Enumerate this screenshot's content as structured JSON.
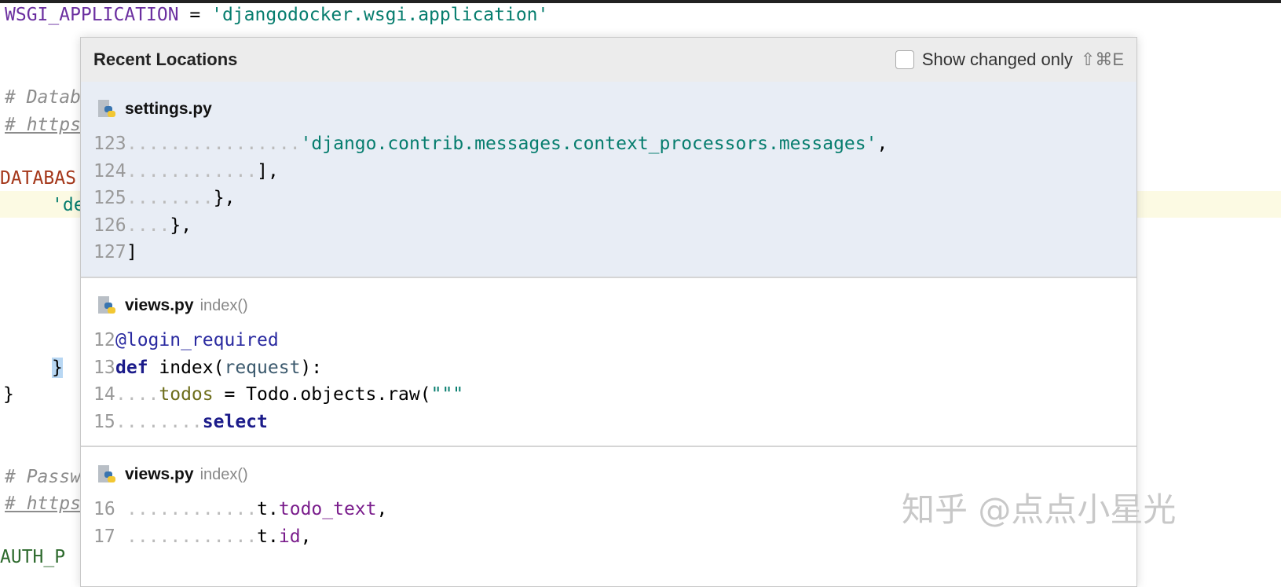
{
  "editor": {
    "lines": [
      {
        "text": "WSGI_APPLICATION",
        "op": " = ",
        "str": "'djangodocker.wsgi.application'"
      },
      {
        "comment1": "# Datab",
        "comment2": "# https"
      },
      {
        "databases": "DATABAS",
        "default": "'de"
      },
      {
        "brace1": "}",
        "brace2": "}"
      },
      {
        "comment3": "# Passw",
        "comment4": "# https"
      },
      {
        "auth": "AUTH_P"
      }
    ]
  },
  "popup": {
    "title": "Recent Locations",
    "show_changed_label": "Show changed only",
    "shortcut": "⇧⌘E",
    "checked": false,
    "sections": [
      {
        "file": "settings.py",
        "context": "",
        "selected": true,
        "lines": [
          {
            "n": "123",
            "dots": "................",
            "code": "'django.contrib.messages.context_processors.messages'",
            "tail": ","
          },
          {
            "n": "124",
            "dots": "............",
            "code": "],"
          },
          {
            "n": "125",
            "dots": "........",
            "code": "},"
          },
          {
            "n": "126",
            "dots": "....",
            "code": "},"
          },
          {
            "n": "127",
            "dots": "",
            "code": "]"
          }
        ]
      },
      {
        "file": "views.py",
        "context": "index()",
        "selected": false,
        "lines": [
          {
            "n": "12",
            "a": "@login_required"
          },
          {
            "n": "13",
            "kw": "def",
            "b": " index(",
            "param": "request",
            "c": "):"
          },
          {
            "n": "14",
            "dots": "....",
            "var": "todos",
            "d": " = Todo.objects.raw(",
            "str": "\"\"\""
          },
          {
            "n": "15",
            "dots": "........",
            "kw": "select"
          }
        ]
      },
      {
        "file": "views.py",
        "context": "index()",
        "selected": false,
        "lines": [
          {
            "n": "16",
            "dots": "............",
            "t": "t.",
            "fld": "todo_text",
            "tail": ","
          },
          {
            "n": "17",
            "dots": "............",
            "t": "t.",
            "fld": "id",
            "tail": ","
          }
        ]
      }
    ]
  },
  "watermark": "知乎 @点点小星光",
  "colors": {
    "selected_bg": "#e8edf5",
    "header_bg": "#ececec",
    "string": "#067d6e",
    "keyword": "#1b1b8a"
  }
}
